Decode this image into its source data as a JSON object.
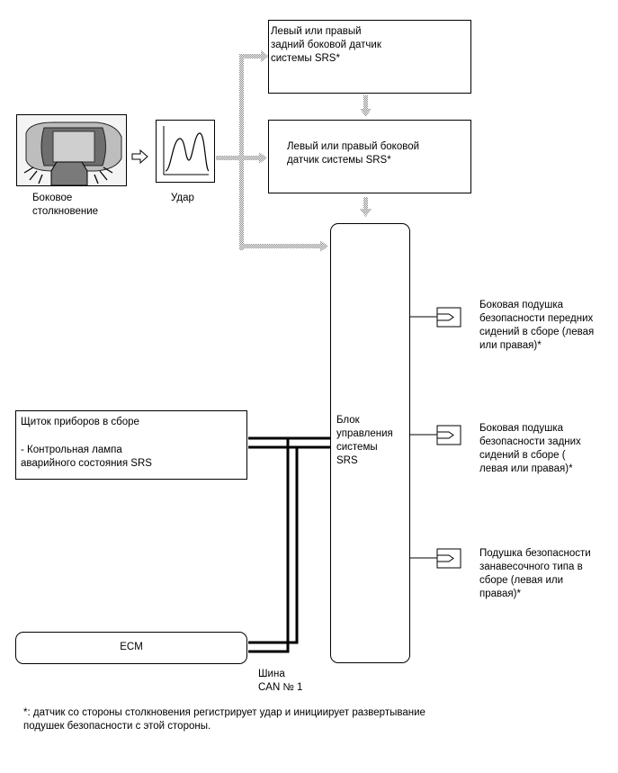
{
  "sensors": {
    "rear_side": "Левый или правый\nзадний боковой датчик\nсистемы SRS*",
    "side": "Левый или правый боковой\nдатчик системы SRS*"
  },
  "event": {
    "collision_label": "Боковое\nстолкновение",
    "impact_label": "Удар"
  },
  "srs_unit": {
    "label": "Блок\nуправления\nсистемы\nSRS"
  },
  "airbags": [
    {
      "label": "Боковая подушка\nбезопасности передних\nсидений в сборе (левая\nили правая)*"
    },
    {
      "label": "Боковая подушка\nбезопасности задних\nсидений в сборе (\nлевая или правая)*"
    },
    {
      "label": "Подушка безопасности\nзанавесочного типа в\nсборе (левая или\nправая)*"
    }
  ],
  "combination_meter": {
    "title": "Щиток приборов в сборе",
    "item": "- Контрольная лампа\nаварийного состояния SRS"
  },
  "ecm": {
    "label": "ECM"
  },
  "can_bus": {
    "label": "Шина\nCAN № 1"
  },
  "footnote": "*: датчик со стороны столкновения регистрирует удар и инициирует развертывание\nподушек безопасности с этой стороны."
}
